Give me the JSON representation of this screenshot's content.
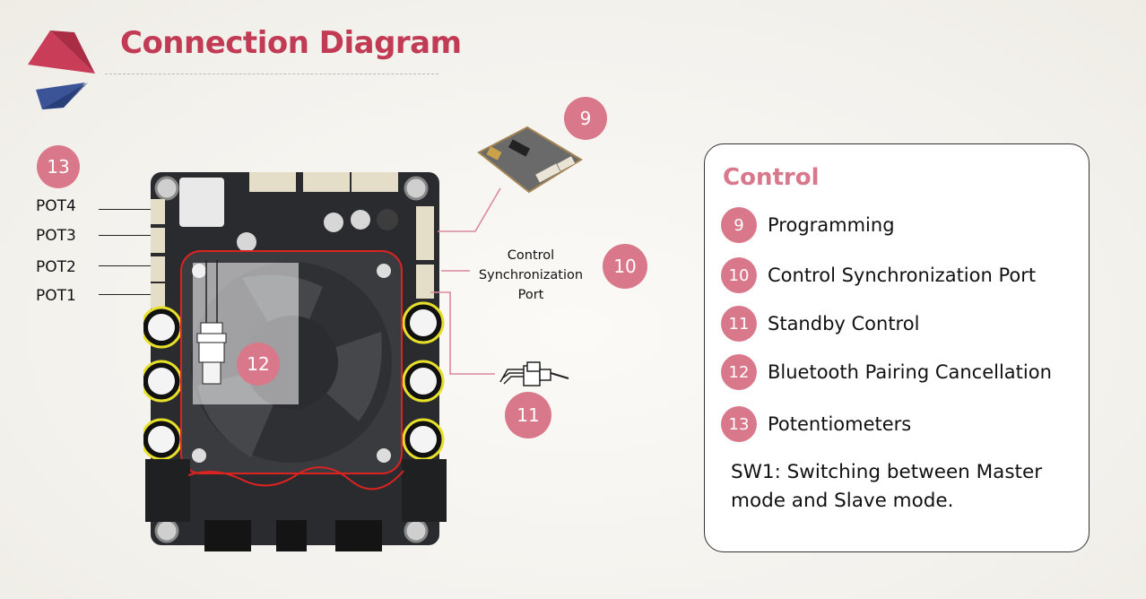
{
  "header": {
    "title": "Connection Diagram",
    "accent_color": "#c23b55",
    "secondary_color": "#2f4586"
  },
  "diagram": {
    "pot_group_badge": "13",
    "pots": [
      "POT4",
      "POT3",
      "POT2",
      "POT1"
    ],
    "badges": {
      "programming": "9",
      "sync_port": "10",
      "standby": "11",
      "bluetooth": "12"
    },
    "sync_port_label": [
      "Control",
      "Synchronization",
      "Port"
    ],
    "badge_color": "#d9788b"
  },
  "panel": {
    "title": "Control",
    "items": [
      {
        "number": "9",
        "label": "Programming"
      },
      {
        "number": "10",
        "label": "Control Synchronization Port"
      },
      {
        "number": "11",
        "label": "Standby Control"
      },
      {
        "number": "12",
        "label": "Bluetooth Pairing Cancellation"
      },
      {
        "number": "13",
        "label": "Potentiometers"
      }
    ],
    "note": "SW1: Switching between Master mode and Slave mode."
  }
}
